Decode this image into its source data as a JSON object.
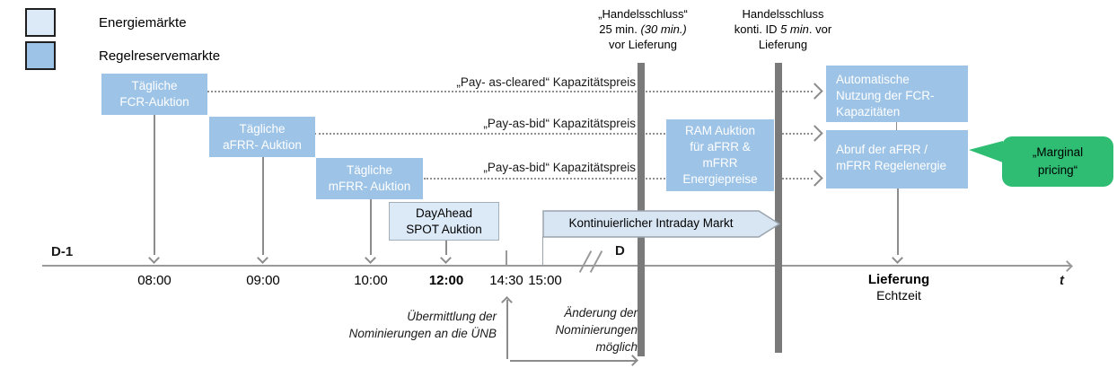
{
  "legend": {
    "items": [
      {
        "label": "Energiemärkte"
      },
      {
        "label": "Regelreservemarkte"
      }
    ]
  },
  "colors": {
    "energy_market_fill": "#DCE9F7",
    "reserve_market_fill": "#9DC3E6",
    "bubble_green": "#2EBD72",
    "deadline_bar_gray": "#7A7A7A",
    "arrow_gray": "#8C8C8C"
  },
  "deadlines": {
    "first": {
      "line1": "„Handelsschluss“",
      "line2_normal": "25 min. ",
      "line2_italic": "(30 min.)",
      "line3": "vor Lieferung"
    },
    "second": {
      "line1": "Handelsschluss",
      "line2_normal": "konti. ID ",
      "line2_italic": "5 min",
      "line2_after": ". vor",
      "line3": "Lieferung"
    }
  },
  "boxes": {
    "fcr": {
      "line1": "Tägliche",
      "line2": "FCR-Auktion"
    },
    "afrr": {
      "line1": "Tägliche",
      "line2": "aFRR- Auktion"
    },
    "mfrr": {
      "line1": "Tägliche",
      "line2": "mFRR- Auktion"
    },
    "dayahead": {
      "line1": "DayAhead",
      "line2": "SPOT Auktion"
    },
    "intraday": {
      "label": "Kontinuierlicher Intraday Markt"
    },
    "ram": {
      "text": "RAM Auktion\nfür aFRR &\nmFRR\nEnergiepreise"
    },
    "fcr_usage": {
      "text": "Automatische\nNutzung der FCR-\nKapazitäten"
    },
    "abruf": {
      "text": "Abruf der aFRR /\nmFRR Regelenergie"
    }
  },
  "flows": {
    "fcr_label": "„Pay- as-cleared“ Kapazitätspreis",
    "afrr_label": "„Pay-as-bid“ Kapazitätspreis",
    "mfrr_label": "„Pay-as-bid“ Kapazitätspreis"
  },
  "bubble": {
    "text": "„Marginal\npricing“"
  },
  "timeline": {
    "day_before": "D-1",
    "day": "D",
    "t_label": "t",
    "times": [
      "08:00",
      "09:00",
      "10:00",
      "12:00",
      "14:30",
      "15:00"
    ],
    "delivery": "Lieferung",
    "realtime": "Echtzeit"
  },
  "annotations": {
    "uebermittlung": "Übermittlung der\nNominierungen an die ÜNB",
    "aenderung": "Änderung der\nNominierungen\nmöglich"
  }
}
